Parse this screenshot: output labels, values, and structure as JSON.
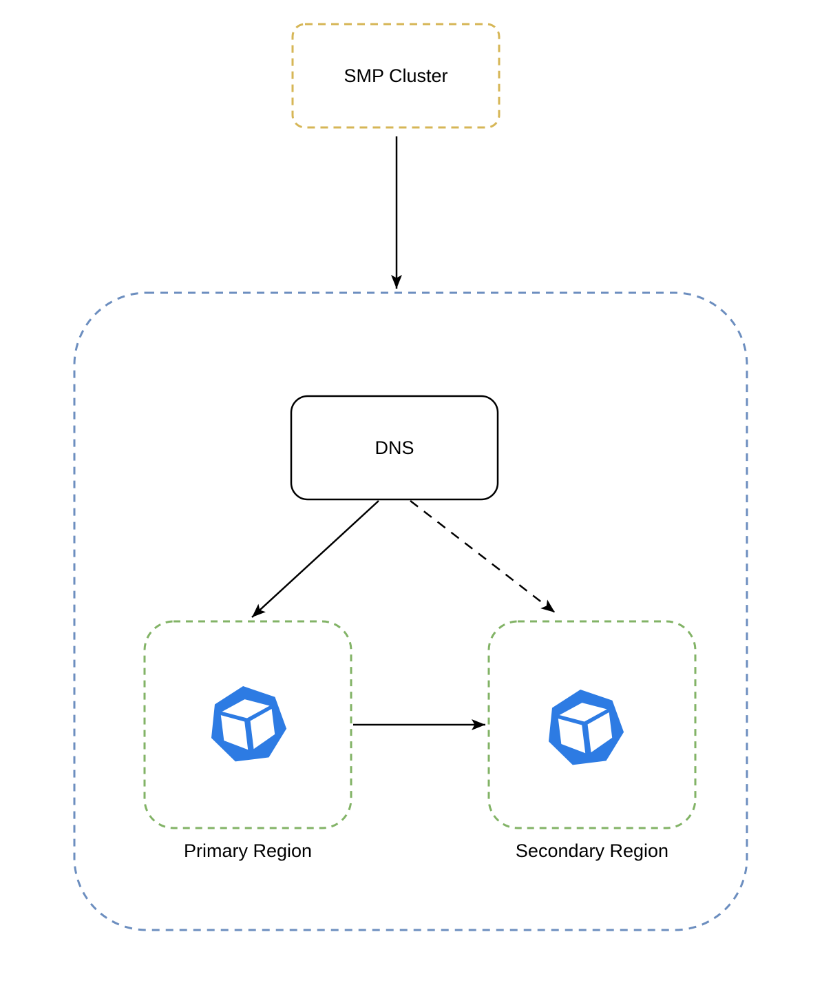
{
  "diagram": {
    "nodes": {
      "smp_cluster": {
        "label": "SMP Cluster"
      },
      "dns": {
        "label": "DNS"
      },
      "primary_region": {
        "label": "Primary Region",
        "icon": "kubernetes-cube-icon"
      },
      "secondary_region": {
        "label": "Secondary Region",
        "icon": "kubernetes-cube-icon"
      }
    },
    "edges": [
      {
        "from": "SMP Cluster",
        "to": "DNS zone container",
        "style": "solid-arrow"
      },
      {
        "from": "DNS",
        "to": "Primary Region",
        "style": "solid-arrow"
      },
      {
        "from": "DNS",
        "to": "Secondary Region",
        "style": "dashed-arrow"
      },
      {
        "from": "Primary Region",
        "to": "Secondary Region",
        "style": "solid-arrow"
      }
    ],
    "colors": {
      "smp_cluster_border": "#D6B656",
      "zone_border": "#6C8EBF",
      "region_border": "#82B366",
      "dns_border": "#000000",
      "arrow": "#000000",
      "icon_blue": "#2D7BE3",
      "text": "#000000",
      "background": "#FFFFFF"
    }
  }
}
